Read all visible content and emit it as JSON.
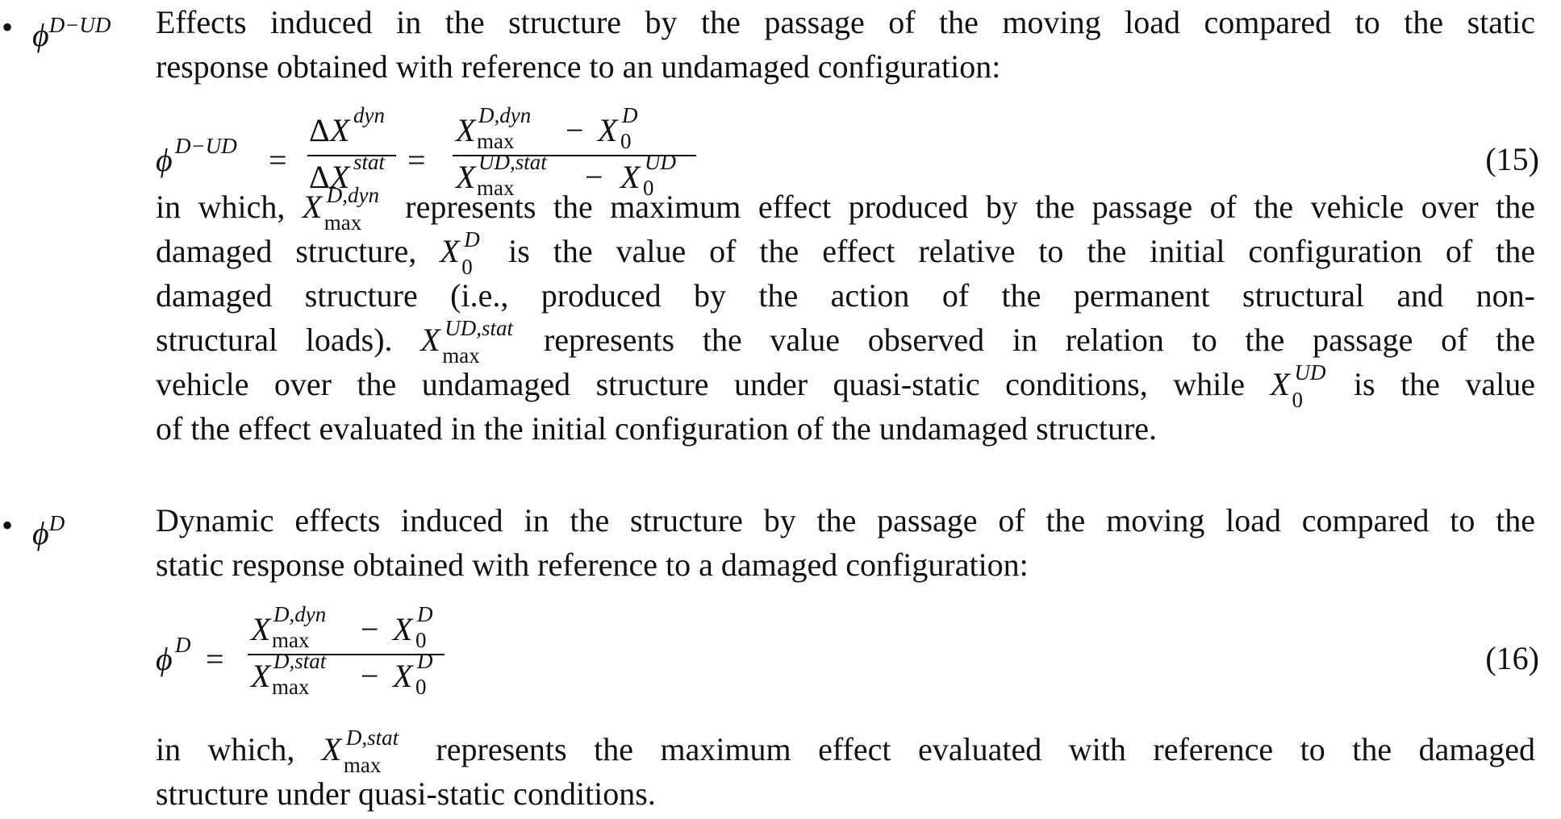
{
  "items": [
    {
      "bullet": "•",
      "symbol": "ϕ",
      "symbol_sup": "D−UD",
      "intro_line1": "Effects induced in the structure by the passage of the moving load compared to the static",
      "intro_line2": "response obtained with reference to an undamaged configuration:",
      "equation_number": "(15)",
      "explanation": {
        "p1_a": "in which, ",
        "p1_b": " represents the maximum effect produced by the passage of the vehicle over the",
        "p2_a": "damaged structure, ",
        "p2_b": " is the value of the effect relative to the initial configuration of the",
        "p3": "damaged structure (i.e., produced by the action of the permanent structural and non-",
        "p4_a": "structural loads). ",
        "p4_b": " represents the value observed in relation to the passage of the",
        "p5_a": "vehicle over the undamaged structure under quasi-static conditions, while ",
        "p5_b": " is the value",
        "p6": "of the effect evaluated in the initial configuration of the undamaged structure."
      }
    },
    {
      "bullet": "•",
      "symbol": "ϕ",
      "symbol_sup": "D",
      "intro_line1": "Dynamic effects induced in the structure by the passage of the moving load compared to the",
      "intro_line2": "static response obtained with reference to a damaged configuration:",
      "equation_number": "(16)",
      "explanation": {
        "p1_a": "in which, ",
        "p1_b": " represents the maximum effect evaluated with reference to the damaged",
        "p2": "structure under quasi-static conditions."
      }
    }
  ],
  "math": {
    "phi": "ϕ",
    "X": "X",
    "delta": "Δ",
    "equals": "=",
    "minus": "−",
    "max": "max",
    "zero": "0",
    "sup_D_UD": "D−UD",
    "sup_D": "D",
    "sup_UD": "UD",
    "sup_dyn": "dyn",
    "sup_stat": "stat",
    "sup_D_dyn": "D,dyn",
    "sup_UD_stat": "UD,stat",
    "sup_D_stat": "D,stat"
  }
}
